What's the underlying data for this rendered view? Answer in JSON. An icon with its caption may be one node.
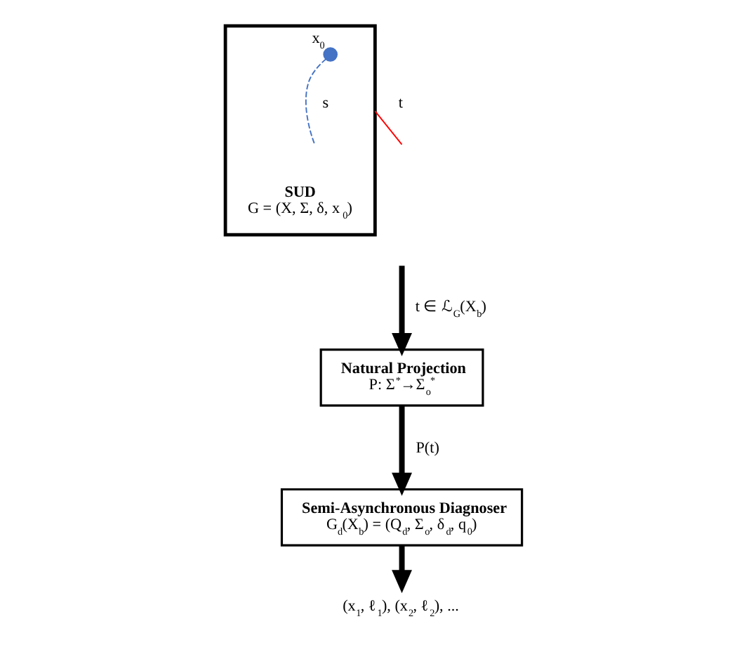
{
  "diagram": {
    "nodes": [
      {
        "text": [
          "SUD",
          "G = (X, Σ, δ, x$_{0}$)"
        ]
      },
      {
        "text": [],
        "shape": "circle",
        "in": 0,
        "beside": [
          "x$_{0}$"
        ]
      },
      {
        "text": [
          "Natural Projection",
          "P: Σ$^{*}$→Σ$_{o}$$^{*}$"
        ]
      },
      {
        "text": [
          "Semi-Asynchronous Diagnoser",
          "G$_{d}$(X$_{b}$) = (Q$_{d}$, Σ$_{o}$, δ$_{d}$, q$_{0}$)"
        ]
      },
      {
        "text": [
          "(x$_{1}$, ℓ$_{1}$), (x$_{2}$, ℓ$_{2}$), ..."
        ]
      }
    ],
    "edges": [
      {
        "from": 1,
        "to": null,
        "arrow": "none",
        "label": "s",
        "style": "dashed",
        "color": "#4472c4"
      },
      {
        "from": 0,
        "to": null,
        "arrow": "none",
        "label": "t",
        "color": "#ff0000"
      },
      {
        "from": null,
        "to": 2,
        "arrow": "to",
        "label": "t ∈ ℒ$_{G}$(X$_{b}$)"
      },
      {
        "from": 2,
        "to": 3,
        "arrow": "to",
        "label": "P(t)"
      },
      {
        "from": 3,
        "to": 4,
        "arrow": "to"
      }
    ]
  }
}
